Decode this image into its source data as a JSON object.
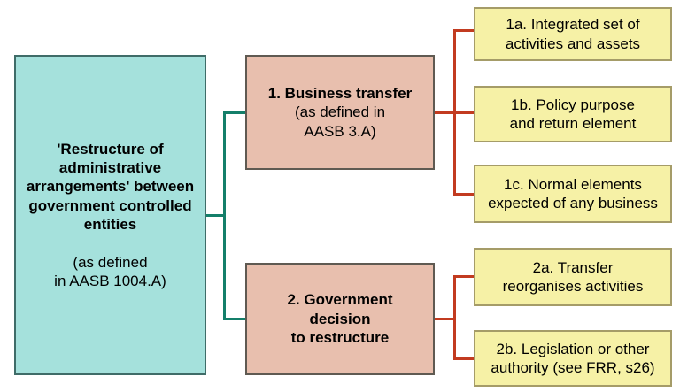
{
  "diagram": {
    "root": {
      "title": "'Restructure of\nadministrative\narrangements' between\ngovernment controlled\nentities",
      "subtitle": "(as defined\nin AASB 1004.A)"
    },
    "branches": [
      {
        "id": "1",
        "title": "1. Business transfer",
        "subtitle": "(as defined in\nAASB 3.A)",
        "children": [
          {
            "id": "1a",
            "label": "1a. Integrated set of\nactivities and assets"
          },
          {
            "id": "1b",
            "label": "1b. Policy purpose\nand return element"
          },
          {
            "id": "1c",
            "label": "1c. Normal elements\nexpected of any business"
          }
        ]
      },
      {
        "id": "2",
        "title": "2. Government\ndecision\nto restructure",
        "children": [
          {
            "id": "2a",
            "label": "2a. Transfer\nreorganises activities"
          },
          {
            "id": "2b",
            "label": "2b. Legislation or other\nauthority (see FRR, s26)"
          }
        ]
      }
    ],
    "colors": {
      "root_fill": "#a5e1dc",
      "root_border": "#3f6c68",
      "branch_fill": "#e8bfae",
      "branch_border": "#5f5a52",
      "leaf_fill": "#f6f1a6",
      "leaf_border": "#a59c68",
      "connector_primary": "#147f6a",
      "connector_secondary": "#c23b20",
      "background": "#ffffff",
      "text": "#000000"
    }
  }
}
